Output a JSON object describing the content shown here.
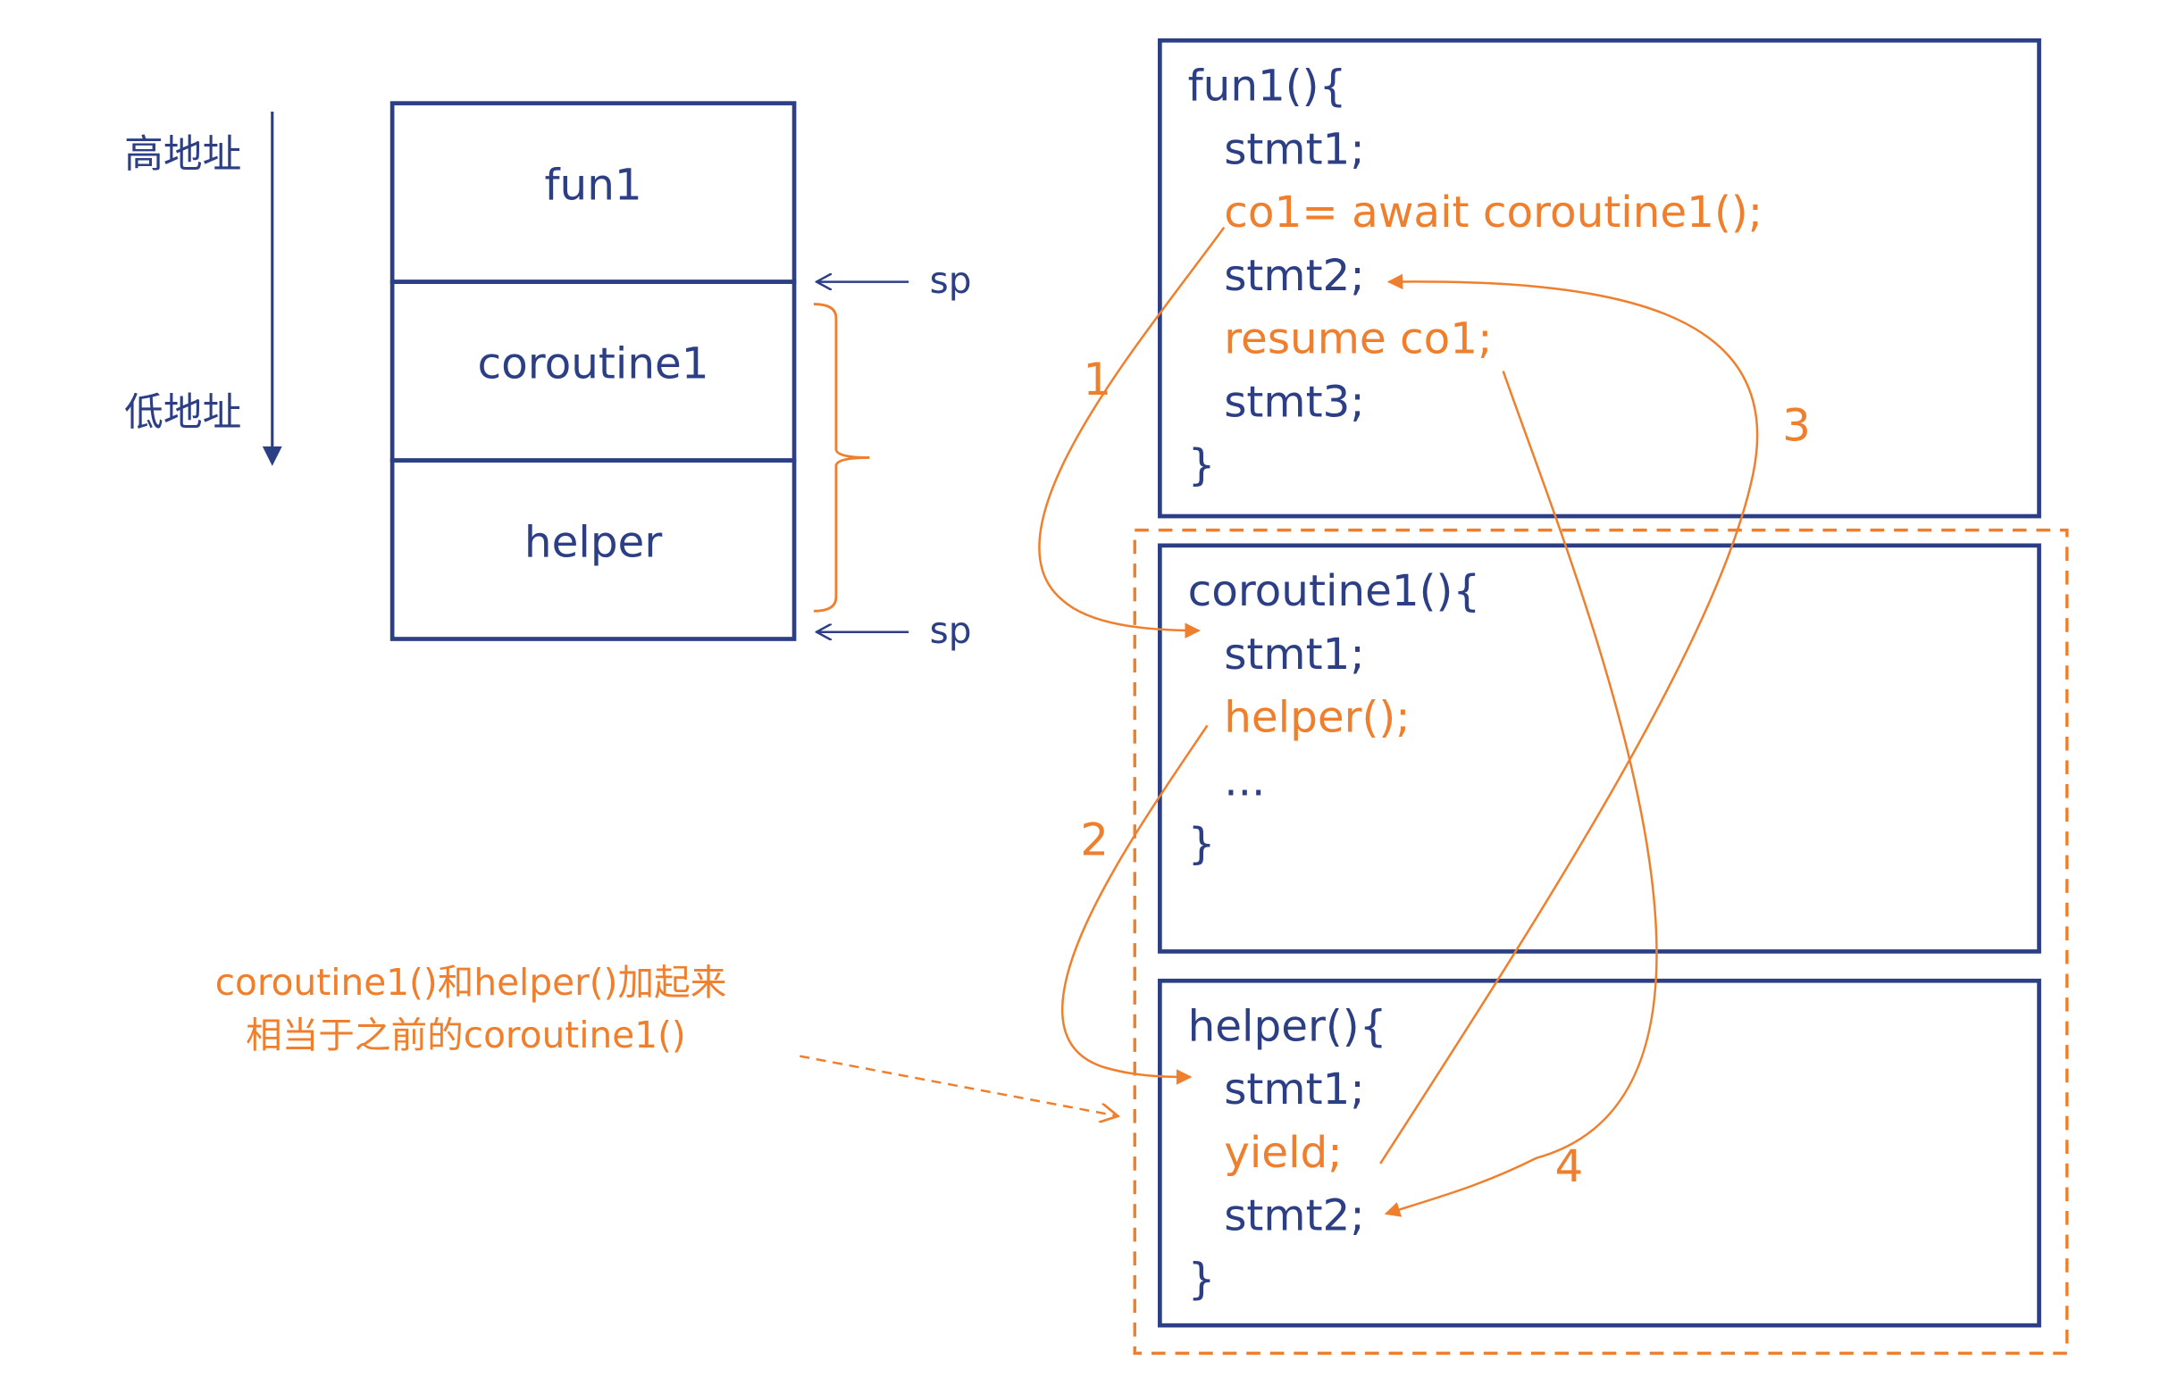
{
  "colors": {
    "navy": "#2c3f85",
    "orange": "#f07f2d",
    "background": "#ffffff"
  },
  "address_axis": {
    "high_label": "高地址",
    "low_label": "低地址",
    "direction": "down-arrow"
  },
  "stack": {
    "frames": [
      {
        "label": "fun1"
      },
      {
        "label": "coroutine1"
      },
      {
        "label": "helper"
      }
    ],
    "sp_top_label": "sp",
    "sp_bottom_label": "sp"
  },
  "code_blocks": {
    "fun1": {
      "lines": [
        {
          "text": "fun1(){",
          "highlight": false
        },
        {
          "text": "stmt1;",
          "highlight": false
        },
        {
          "text": "co1= await coroutine1();",
          "highlight": true
        },
        {
          "text": "stmt2;",
          "highlight": false
        },
        {
          "text": "resume co1;",
          "highlight": true
        },
        {
          "text": "stmt3;",
          "highlight": false
        },
        {
          "text": "}",
          "highlight": false
        }
      ]
    },
    "coroutine1": {
      "lines": [
        {
          "text": "coroutine1(){",
          "highlight": false
        },
        {
          "text": "stmt1;",
          "highlight": false
        },
        {
          "text": "helper();",
          "highlight": true
        },
        {
          "text": "...",
          "highlight": false
        },
        {
          "text": "}",
          "highlight": false
        }
      ]
    },
    "helper": {
      "lines": [
        {
          "text": "helper(){",
          "highlight": false
        },
        {
          "text": "stmt1;",
          "highlight": false
        },
        {
          "text": "yield;",
          "highlight": true
        },
        {
          "text": "stmt2;",
          "highlight": false
        },
        {
          "text": "}",
          "highlight": false
        }
      ]
    }
  },
  "flow_steps": [
    "1",
    "2",
    "3",
    "4"
  ],
  "annotation": {
    "line1": "coroutine1()和helper()加起来",
    "line2": "相当于之前的coroutine1()"
  }
}
